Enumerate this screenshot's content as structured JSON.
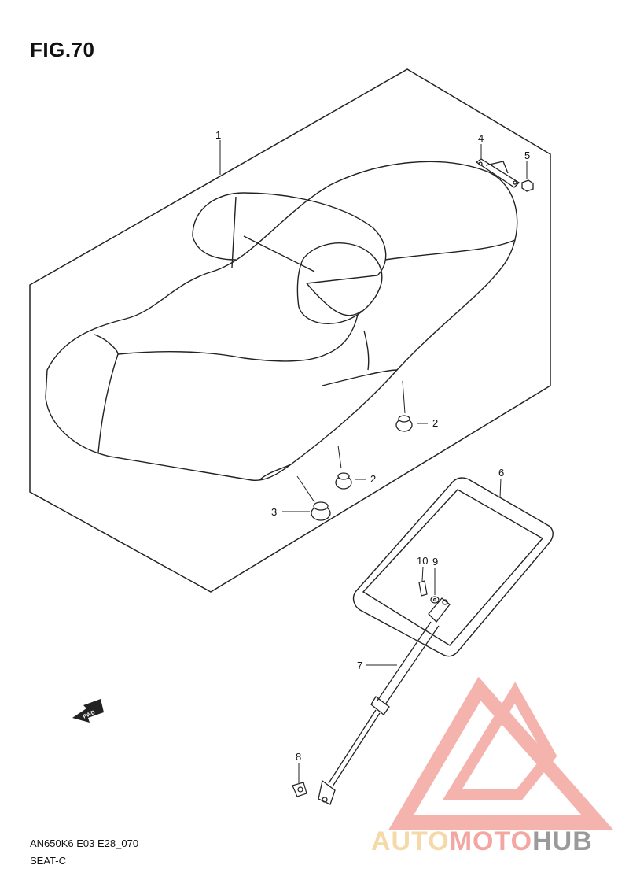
{
  "figure": {
    "title": "FIG.70"
  },
  "callouts": [
    "1",
    "2",
    "2",
    "3",
    "4",
    "5",
    "6",
    "7",
    "8",
    "9",
    "10"
  ],
  "fwd_label": "FWD",
  "footer": {
    "code": "AN650K6 E03 E28_070",
    "name": "SEAT-C"
  },
  "watermark": {
    "part1": "AUTO",
    "part2": "MOTO",
    "part3": "HUB"
  },
  "colors": {
    "line": "#222222",
    "watermark_red": "#f29a94",
    "watermark_orange": "#f5d9a8",
    "watermark_gray": "#9a9a9a"
  }
}
